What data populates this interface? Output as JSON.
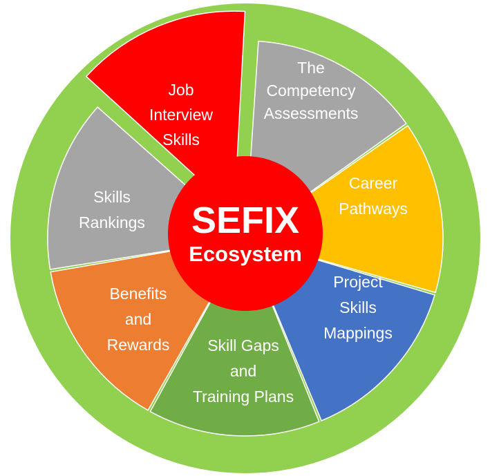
{
  "center": {
    "title": "SEFIX",
    "subtitle": "Ecosystem",
    "color": "#ff0000"
  },
  "ring_color": "#92d050",
  "segments": [
    {
      "id": "competency-assessments",
      "lines": [
        "The",
        "Competency",
        "Assessments"
      ],
      "color": "#ff0000",
      "exploded": true
    },
    {
      "id": "career-pathways",
      "lines": [
        "Career",
        "Pathways"
      ],
      "color": "#a5a5a5"
    },
    {
      "id": "project-skills-mappings",
      "lines": [
        "Project",
        "Skills",
        "Mappings"
      ],
      "color": "#ffc000"
    },
    {
      "id": "skill-gaps-training-plans",
      "lines": [
        "Skill Gaps",
        "and",
        "Training Plans"
      ],
      "color": "#4472c4"
    },
    {
      "id": "benefits-rewards",
      "lines": [
        "Benefits",
        "and",
        "Rewards"
      ],
      "color": "#70ad47"
    },
    {
      "id": "skills-rankings",
      "lines": [
        "Skills",
        "Rankings"
      ],
      "color": "#ed7d31"
    },
    {
      "id": "job-interview-skills",
      "lines": [
        "Job",
        "Interview",
        "Skills"
      ],
      "color": "#a5a5a5"
    }
  ]
}
